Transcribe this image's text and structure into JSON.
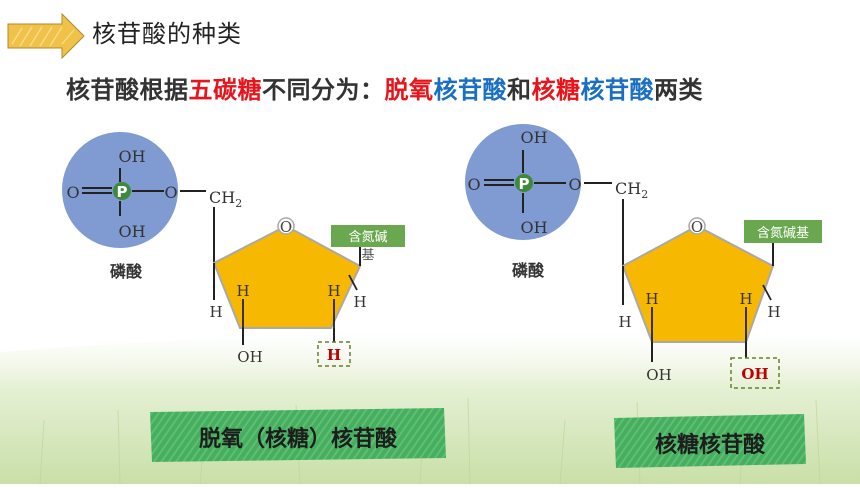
{
  "header": {
    "title": "核苷酸的种类"
  },
  "headline": {
    "part1": "核苷酸根据",
    "part2": "五碳糖",
    "part3": "不同分为：",
    "part4": "脱氧",
    "part5": "核苷酸",
    "part6": "和",
    "part7": "核糖",
    "part8": "核苷酸",
    "part9": "两类"
  },
  "left_molecule": {
    "phosphate_label": "磷酸",
    "p_symbol": "P",
    "oh_top": "OH",
    "oh_bottom": "OH",
    "o_left": "O",
    "o_right": "O",
    "ch2_base": "CH",
    "ch2_sub": "2",
    "ring_o": "O",
    "base_label_line1": "含氮碱",
    "base_label_line2": "基",
    "h_c4_outer": "H",
    "h_c3_inner": "H",
    "h_c2_inner": "H",
    "h_c1_outer": "H",
    "oh_c3": "OH",
    "h_c2_highlight": "H",
    "banner": "脱氧（核糖）核苷酸"
  },
  "right_molecule": {
    "phosphate_label": "磷酸",
    "p_symbol": "P",
    "oh_top": "OH",
    "oh_bottom": "OH",
    "o_left": "O",
    "o_right": "O",
    "ch2_base": "CH",
    "ch2_sub": "2",
    "ring_o": "O",
    "base_label": "含氮碱基",
    "h_c4_outer": "H",
    "h_c3_inner": "H",
    "h_c2_inner": "H",
    "h_c1_outer": "H",
    "oh_c3": "OH",
    "oh_c2_highlight": "OH",
    "banner": "核糖核苷酸"
  },
  "colors": {
    "phosphate_fill": "#7f9bd1",
    "p_circle": "#3f8a3a",
    "sugar_fill": "#f6b800",
    "sugar_stroke": "#a9a9a9",
    "base_box": "#6aa84f",
    "banner_green": "#4caf63",
    "highlight_red": "#c00000",
    "title_red": "#e8141b",
    "title_blue": "#1a6fc2",
    "dash_border": "#6b7d2a"
  }
}
